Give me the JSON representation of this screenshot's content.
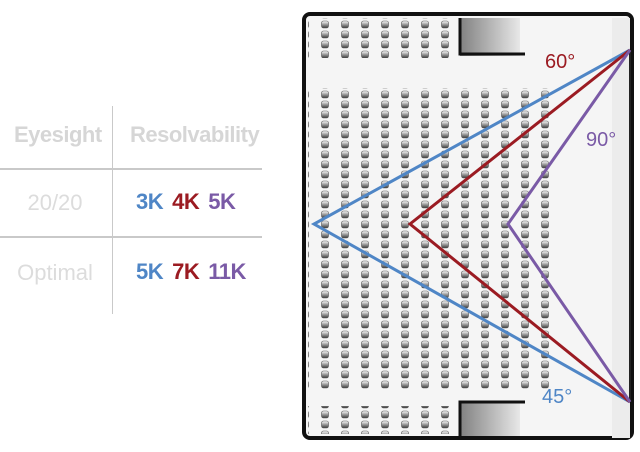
{
  "table": {
    "headers": {
      "eyesight": "Eyesight",
      "resolvability": "Resolvability"
    },
    "rows": [
      {
        "eyesight": "20/20",
        "values": [
          "3K",
          "4K",
          "5K"
        ]
      },
      {
        "eyesight": "Optimal",
        "values": [
          "5K",
          "7K",
          "11K"
        ]
      }
    ]
  },
  "diagram": {
    "angles": [
      {
        "label": "60°",
        "color": "#9b1b22"
      },
      {
        "label": "90°",
        "color": "#7a5aa6"
      },
      {
        "label": "45°",
        "color": "#4f86c6"
      }
    ]
  },
  "colors": {
    "blue": "#4f86c6",
    "red": "#9b1b22",
    "purple": "#7a5aa6"
  }
}
